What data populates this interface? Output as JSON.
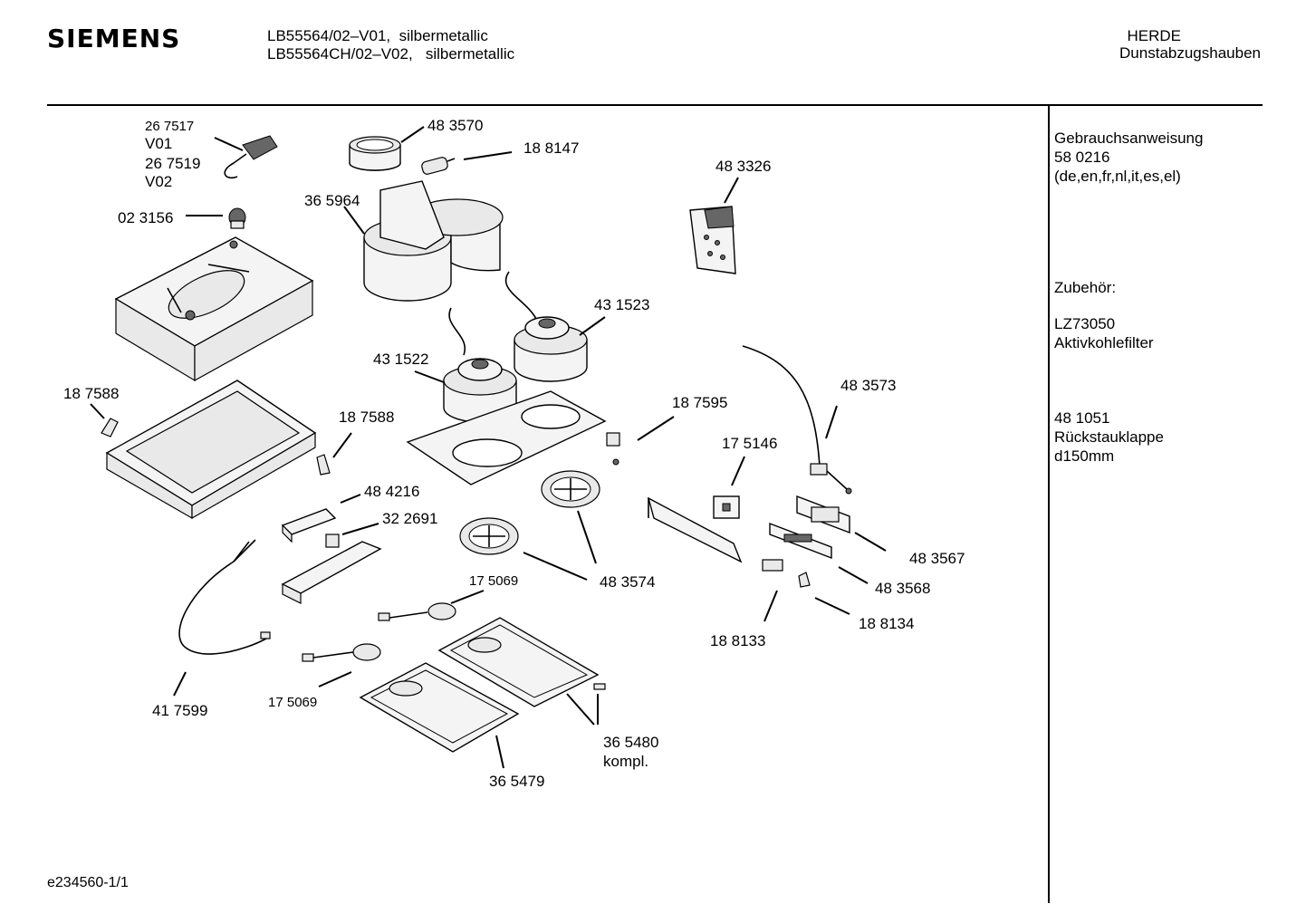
{
  "header": {
    "brand": "SIEMENS",
    "model_line_1": "LB55564/02–V01,  silbermetallic",
    "model_line_2": "LB55564CH/02–V02,   silbermetallic",
    "category_1": "HERDE",
    "category_2": "Dunstabzugshauben"
  },
  "sidebar": {
    "manual_title": "Gebrauchsanweisung",
    "manual_number": "58 0216",
    "manual_languages": "(de,en,fr,nl,it,es,el)",
    "accessories_title": "Zubehör:",
    "acc1_code": "LZ73050",
    "acc1_name": "Aktivkohlefilter",
    "acc2_code": "48 1051",
    "acc2_name": "Rückstauklappe",
    "acc2_size": "d150mm"
  },
  "labels": {
    "p267517": "26 7517",
    "v01": "V01",
    "p267519": "26 7519",
    "v02": "V02",
    "p023156": "02 3156",
    "p483570": "48 3570",
    "p188147": "18 8147",
    "p365964": "36 5964",
    "p483326": "48 3326",
    "p431523": "43 1523",
    "p431522": "43 1522",
    "p187588a": "18 7588",
    "p187588b": "18 7588",
    "p187595": "18 7595",
    "p483573": "48 3573",
    "p175146": "17 5146",
    "p484216": "48 4216",
    "p322691": "32 2691",
    "p483567": "48 3567",
    "p483574": "48 3574",
    "p175069a": "17 5069",
    "p483568": "48 3568",
    "p188134": "18 8134",
    "p188133": "18 8133",
    "p417599": "41 7599",
    "p175069b": "17 5069",
    "p365480": "36 5480",
    "kompl": "kompl.",
    "p365479": "36 5479"
  },
  "footer": {
    "drawing_id": "e234560-1/1"
  }
}
